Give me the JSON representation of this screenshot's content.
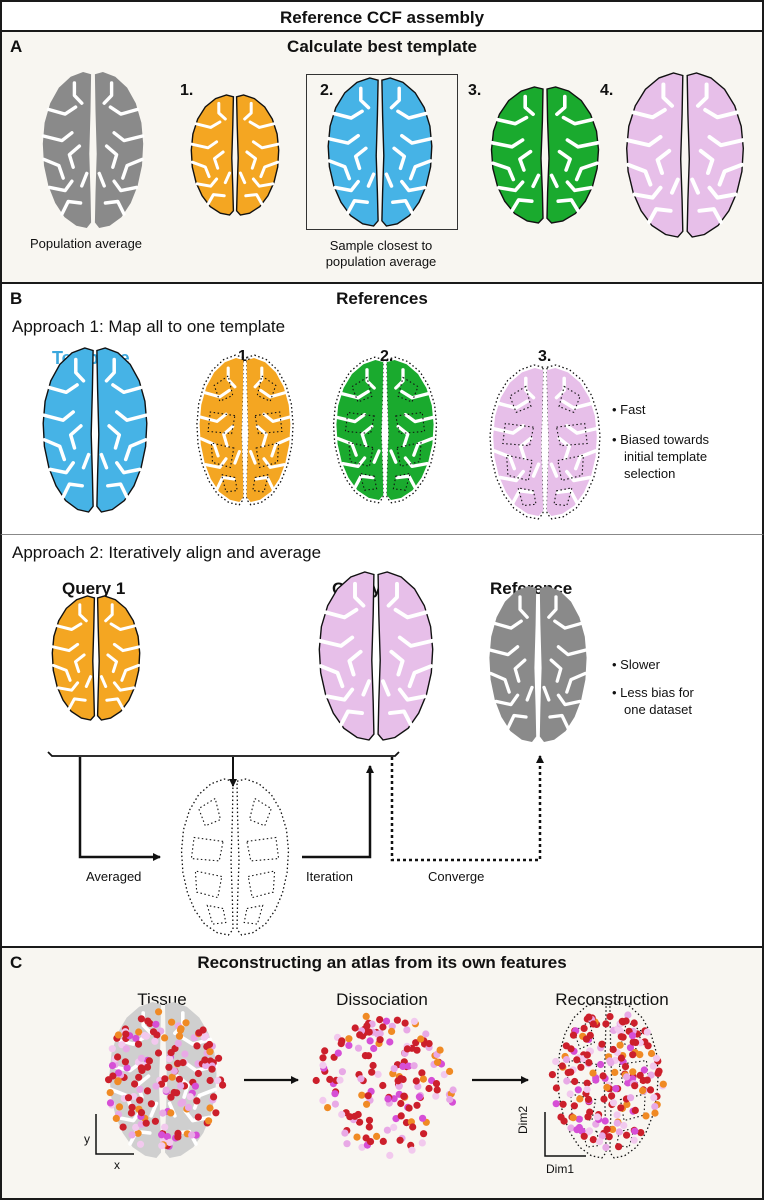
{
  "title": "Reference CCF assembly",
  "colors": {
    "gray": "#8a8a8a",
    "orange": "#f4a622",
    "blue": "#46b3e6",
    "green": "#1aaa2e",
    "pink": "#e7bfe9",
    "template_label": "#3ba7dd",
    "dot_red": "#cc1f2b",
    "dot_magenta": "#d64fd6",
    "dot_pink": "#e8a9e6",
    "dot_orange": "#f08a24",
    "dot_lightpink": "#f2c9ee"
  },
  "panel_a": {
    "letter": "A",
    "title": "Calculate best template",
    "pop_avg_label": "Population average",
    "num1": "1.",
    "num2": "2.",
    "num3": "3.",
    "num4": "4.",
    "closest_line1": "Sample closest to",
    "closest_line2": "population average"
  },
  "panel_b": {
    "letter": "B",
    "title": "References",
    "approach1": {
      "title": "Approach 1: Map all to one template",
      "template_label": "Template",
      "num1": "1.",
      "num2": "2.",
      "num3": "3.",
      "bullet1": "Fast",
      "bullet2_line1": "Biased towards",
      "bullet2_line2": "initial template",
      "bullet2_line3": "selection"
    },
    "approach2": {
      "title": "Approach 2: Iteratively align and average",
      "query1": "Query 1",
      "query2": "Query 2",
      "reference": "Reference",
      "bullet1": "Slower",
      "bullet2_line1": "Less bias for",
      "bullet2_line2": "one dataset",
      "averaged": "Averaged",
      "iteration": "Iteration",
      "converge": "Converge"
    }
  },
  "panel_c": {
    "letter": "C",
    "title": "Reconstructing an atlas from its own features",
    "tissue": "Tissue",
    "dissociation": "Dissociation",
    "reconstruction": "Reconstruction",
    "axis_x": "x",
    "axis_y": "y",
    "axis_dim1": "Dim1",
    "axis_dim2": "Dim2"
  }
}
